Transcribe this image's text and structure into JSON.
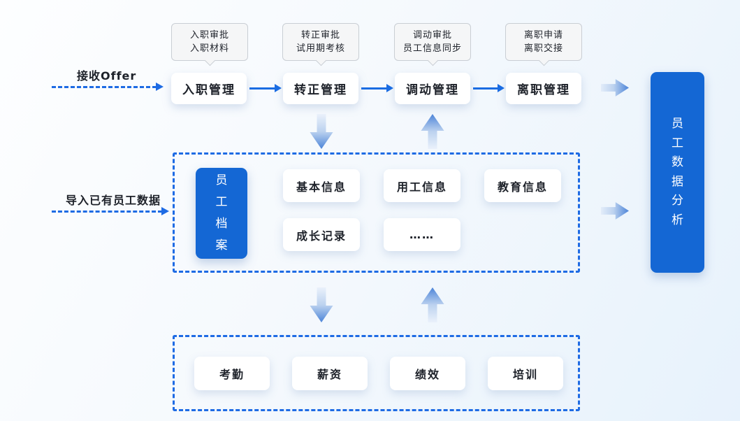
{
  "diagram": {
    "inputs": {
      "offer_label": "接收Offer",
      "import_label": "导入已有员工数据"
    },
    "stages": [
      {
        "label": "入职管理",
        "callout_line1": "入职审批",
        "callout_line2": "入职材料"
      },
      {
        "label": "转正管理",
        "callout_line1": "转正审批",
        "callout_line2": "试用期考核"
      },
      {
        "label": "调动管理",
        "callout_line1": "调动审批",
        "callout_line2": "员工信息同步"
      },
      {
        "label": "离职管理",
        "callout_line1": "离职申请",
        "callout_line2": "离职交接"
      }
    ],
    "archive": {
      "title": "员工档案",
      "items": [
        "基本信息",
        "用工信息",
        "教育信息",
        "成长记录",
        "……"
      ]
    },
    "analysis": {
      "title": "员工数据分析"
    },
    "modules": [
      "考勤",
      "薪资",
      "绩效",
      "培训"
    ],
    "colors": {
      "primary_blue": "#1467d4",
      "arrow_blue": "#1a6ce2",
      "dashed_blue": "#1e6be4",
      "callout_bg": "#f5f6f7",
      "callout_border": "#c9ced4",
      "text_dark": "#1d2129"
    }
  }
}
